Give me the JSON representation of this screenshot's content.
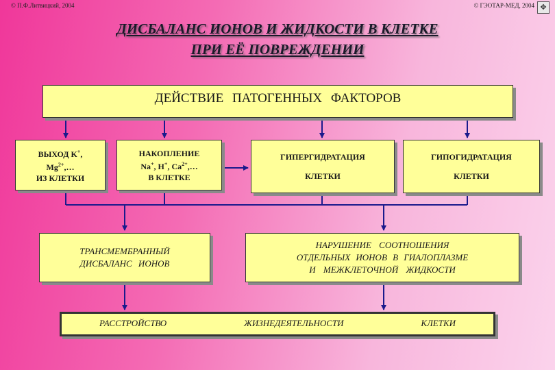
{
  "copyright": {
    "left": "© П.Ф.Литвицкий, 2004",
    "right": "© ГЭОТАР-МЕД, 2004"
  },
  "title": {
    "line1": "ДИСБАЛАНС ИОНОВ И ЖИДКОСТИ В КЛЕТКЕ",
    "line2": "ПРИ ЕЁ ПОВРЕЖДЕНИИ"
  },
  "top_box": {
    "label": "ДЕЙСТВИЕ ПАТОГЕННЫХ ФАКТОРОВ"
  },
  "level2": {
    "k_exit": {
      "line1": "ВЫХОД K",
      "line2_a": "Mg",
      "line2_b": ",…",
      "line3": "ИЗ КЛЕТКИ"
    },
    "accumulation": {
      "line1": "НАКОПЛЕНИЕ",
      "na": "Na",
      "h": ", H",
      "ca": ", Ca",
      "tail": ",…",
      "line3": "В КЛЕТКЕ"
    },
    "hyperhydration": {
      "line1": "ГИПЕРГИДРАТАЦИЯ",
      "line2": "КЛЕТКИ"
    },
    "hypohydration": {
      "line1": "ГИПОГИДРАТАЦИЯ",
      "line2": "КЛЕТКИ"
    }
  },
  "level3": {
    "transmembrane": {
      "line1": "ТРАНСМЕМБРАННЫЙ",
      "line2": "ДИСБАЛАНС ИОНОВ"
    },
    "ratio_disorder": {
      "line1": "НАРУШЕНИЕ СООТНОШЕНИЯ",
      "line2": "ОТДЕЛЬНЫХ ИОНОВ В ГИАЛОПЛАЗМЕ",
      "line3": "И МЕЖКЛЕТОЧНОЙ ЖИДКОСТИ"
    }
  },
  "bottom_box": {
    "word1": "РАССТРОЙСТВО",
    "word2": "ЖИЗНЕДЕЯТЕЛЬНОСТИ",
    "word3": "КЛЕТКИ"
  },
  "superscripts": {
    "plus": "+",
    "two_plus": "2+"
  },
  "colors": {
    "box_fill": "#ffff99",
    "arrow": "#1a1a8c",
    "shadow": "#8a8a8a"
  }
}
